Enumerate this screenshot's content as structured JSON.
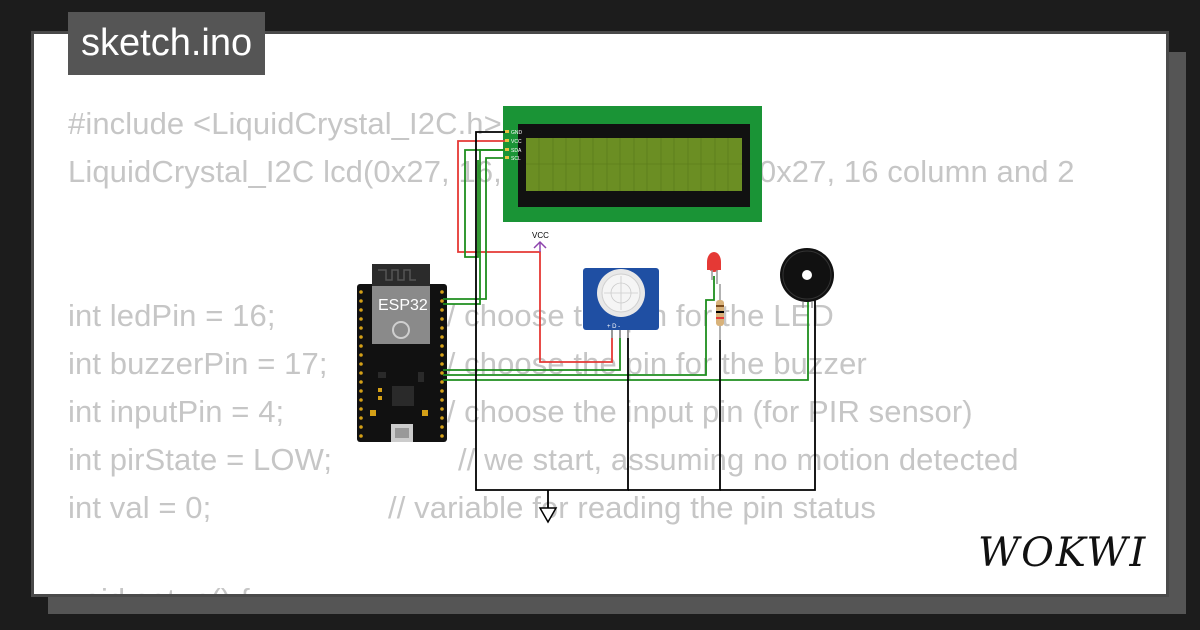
{
  "file_tab": {
    "title": "sketch.ino"
  },
  "code": {
    "line_include": "#include <LiquidCrystal_I2C.h>",
    "line_lcd": "LiquidCrystal_I2C lcd(0x27, 16, 2); // I2C address 0x27, 16 column and 2",
    "lines_vars": [
      {
        "code": "int ledPin = 16;",
        "comment": "// choose the pin for the LED"
      },
      {
        "code": "int buzzerPin = 17;",
        "comment": "// choose the pin for the buzzer"
      },
      {
        "code": "int inputPin = 4;",
        "comment": "// choose the input pin (for PIR sensor)"
      },
      {
        "code": "int pirState = LOW;",
        "comment": "// we start, assuming no motion detected"
      },
      {
        "code": "int val = 0;",
        "comment": "// variable for reading the pin status"
      }
    ],
    "line_setup": "void setup() {"
  },
  "circuit": {
    "mcu_label": "ESP32",
    "lcd_pins": [
      "GND",
      "VCC",
      "SDA",
      "SCL"
    ],
    "vcc_label": "VCC",
    "pir_pins": "+ D -"
  },
  "brand": {
    "logo_text": "WOKWI"
  },
  "colors": {
    "background": "#1c1c1c",
    "card": "#ffffff",
    "badge": "#555555",
    "code_text": "#c6c6c6",
    "lcd_board": "#1a9436",
    "lcd_screen": "#6b8e23",
    "wire_red": "#e53935",
    "wire_green": "#1e8e1e",
    "wire_black": "#000000",
    "wire_purple": "#8e44ad",
    "pir_board": "#1f4fa3"
  }
}
